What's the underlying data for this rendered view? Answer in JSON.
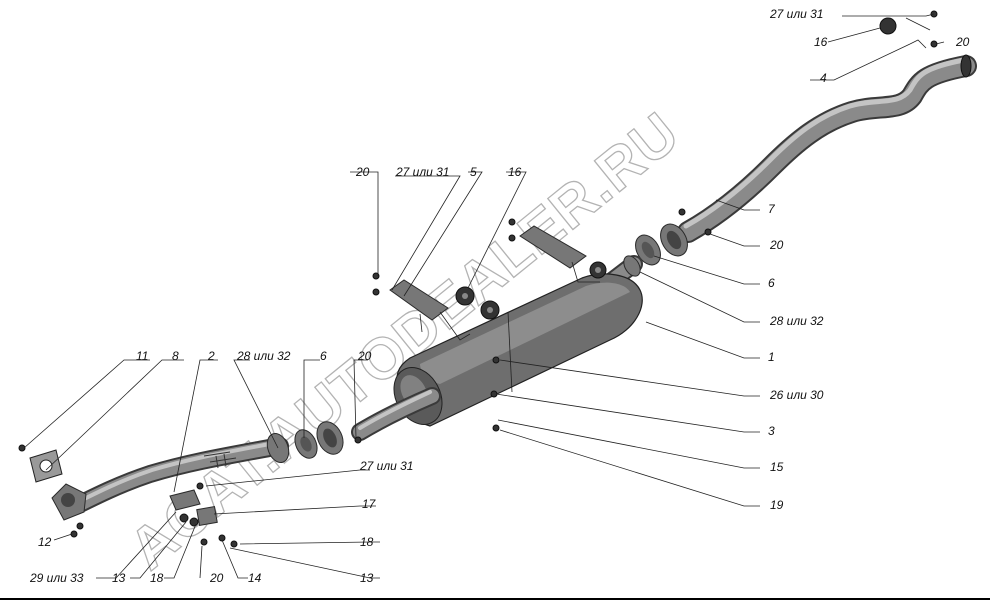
{
  "watermark": "ACAT.AUTODEALER.RU",
  "callouts": [
    {
      "id": "c-27-31-top",
      "text": "27 или 31"
    },
    {
      "id": "c-16-top",
      "text": "16"
    },
    {
      "id": "c-20-top",
      "text": "20"
    },
    {
      "id": "c-4",
      "text": "4"
    },
    {
      "id": "c-20-mid",
      "text": "20"
    },
    {
      "id": "c-27-31-mid",
      "text": "27 или 31"
    },
    {
      "id": "c-5",
      "text": "5"
    },
    {
      "id": "c-16-mid",
      "text": "16"
    },
    {
      "id": "c-7",
      "text": "7"
    },
    {
      "id": "c-20-right",
      "text": "20"
    },
    {
      "id": "c-6-right",
      "text": "6"
    },
    {
      "id": "c-28-32-right",
      "text": "28 или 32"
    },
    {
      "id": "c-1",
      "text": "1"
    },
    {
      "id": "c-26-30",
      "text": "26 или 30"
    },
    {
      "id": "c-3",
      "text": "3"
    },
    {
      "id": "c-15",
      "text": "15"
    },
    {
      "id": "c-19",
      "text": "19"
    },
    {
      "id": "c-11",
      "text": "11"
    },
    {
      "id": "c-8",
      "text": "8"
    },
    {
      "id": "c-2",
      "text": "2"
    },
    {
      "id": "c-28-32-left",
      "text": "28 или 32"
    },
    {
      "id": "c-6-left",
      "text": "6"
    },
    {
      "id": "c-20-left",
      "text": "20"
    },
    {
      "id": "c-27-31-low",
      "text": "27 или 31"
    },
    {
      "id": "c-17",
      "text": "17"
    },
    {
      "id": "c-18-right",
      "text": "18"
    },
    {
      "id": "c-13-right",
      "text": "13"
    },
    {
      "id": "c-12",
      "text": "12"
    },
    {
      "id": "c-29-33",
      "text": "29 или 33"
    },
    {
      "id": "c-13-left",
      "text": "13"
    },
    {
      "id": "c-18-left",
      "text": "18"
    },
    {
      "id": "c-20-bottom",
      "text": "20"
    },
    {
      "id": "c-14",
      "text": "14"
    }
  ]
}
